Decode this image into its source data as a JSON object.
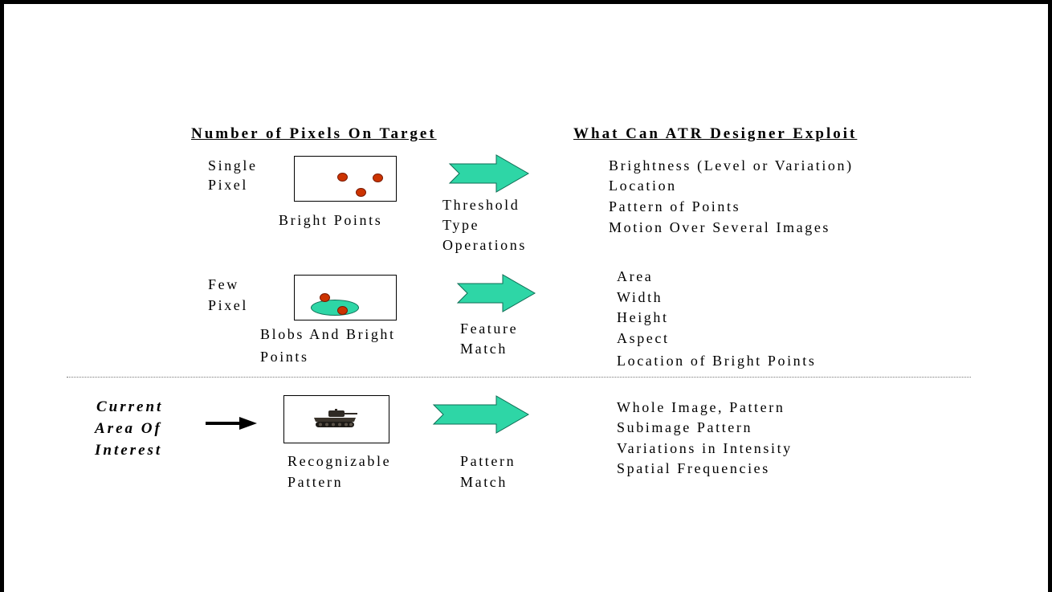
{
  "headers": {
    "left": "Number of Pixels On Target",
    "right": "What Can ATR Designer Exploit"
  },
  "rows": [
    {
      "level_lines": [
        "Single",
        "Pixel"
      ],
      "target_caption_lines": [
        "Bright Points"
      ],
      "operation_lines": [
        "Threshold",
        "Type",
        "Operations"
      ],
      "exploits": [
        "Brightness (Level or Variation)",
        "Location",
        "Pattern of Points",
        "Motion Over Several Images"
      ]
    },
    {
      "level_lines": [
        "Few",
        "Pixel"
      ],
      "target_caption_lines": [
        "Blobs And Bright",
        "Points"
      ],
      "operation_lines": [
        "Feature",
        "Match"
      ],
      "exploits": [
        "Area",
        "Width",
        "Height",
        "Aspect",
        "Location of Bright Points"
      ]
    },
    {
      "level_lines": [],
      "target_caption_lines": [
        "Recognizable",
        "Pattern"
      ],
      "operation_lines": [
        "Pattern",
        "Match"
      ],
      "exploits": [
        "Whole Image, Pattern",
        "Subimage Pattern",
        "Variations in Intensity",
        "Spatial Frequencies"
      ]
    }
  ],
  "current_area_lines": [
    "Current",
    "Area Of",
    "Interest"
  ],
  "colors": {
    "arrow_fill": "#2ed6a6",
    "dot_fill": "#cc3300",
    "border": "#000000"
  },
  "icons": {
    "target_image": "tank-icon",
    "pointer": "arrow-right-icon",
    "process": "block-arrow-icon"
  }
}
